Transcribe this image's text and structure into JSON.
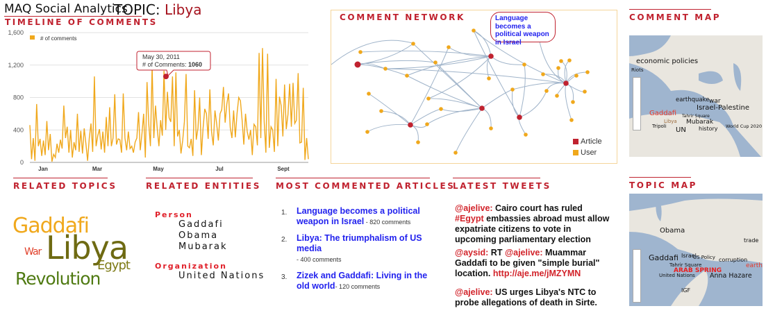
{
  "header": {
    "app_title": "MAQ Social Analytics",
    "topic_label": "TOPIC:",
    "topic_value": "Libya"
  },
  "timeline": {
    "title": "TIMELINE OF COMMENTS",
    "tooltip": {
      "date": "May 30, 2011",
      "label": "# of Comments:",
      "value": "1060"
    }
  },
  "chart_data": {
    "type": "line",
    "title": "TIMELINE OF COMMENTS",
    "legend": "# of comments",
    "legend_position": "top-left",
    "ylim": [
      0,
      1600
    ],
    "yticks": [
      "0",
      "400",
      "800",
      "1,200",
      "1,600"
    ],
    "xticks": [
      "Jan",
      "Mar",
      "May",
      "Jul",
      "Sept"
    ],
    "grid": true,
    "color": "#f0a81c",
    "values": [
      460,
      40,
      300,
      20,
      720,
      200,
      290,
      80,
      270,
      90,
      510,
      150,
      350,
      10,
      100,
      60,
      230,
      120,
      280,
      170,
      700,
      300,
      440,
      120,
      400,
      60,
      250,
      150,
      600,
      130,
      390,
      110,
      420,
      230,
      20,
      300,
      480,
      130,
      1060,
      200,
      330,
      410,
      160,
      380,
      120,
      560,
      200,
      680,
      200,
      300,
      840,
      220,
      290,
      280,
      120,
      850,
      300,
      150,
      380,
      170,
      200,
      120,
      250,
      300,
      620,
      150,
      350,
      600,
      60,
      990,
      480,
      200,
      1180,
      300,
      700,
      420,
      200,
      520,
      330,
      1130,
      400,
      870,
      550,
      500,
      1060,
      200,
      1110,
      320,
      400,
      110,
      270,
      500,
      1090,
      200,
      180,
      290,
      80,
      890,
      280,
      420,
      800,
      90,
      420,
      660,
      600,
      290,
      900,
      380,
      210,
      640,
      480,
      270,
      600,
      650,
      930,
      490,
      720,
      850,
      430,
      300,
      640,
      310,
      600,
      800,
      760,
      520,
      220,
      600,
      380,
      280,
      400,
      90,
      470,
      440,
      210,
      1350,
      300,
      1410,
      500,
      120,
      1340,
      180,
      440,
      400,
      130,
      1030,
      200,
      810,
      700,
      320,
      960,
      410,
      590,
      970,
      440,
      980,
      480,
      520,
      1100,
      240,
      250,
      920,
      30,
      300,
      40
    ]
  },
  "network": {
    "title": "COMMENT NETWORK",
    "callout": "Language becomes a political weapon in Israel",
    "legend": [
      {
        "label": "Article",
        "color": "#c0222f"
      },
      {
        "label": "User",
        "color": "#f0a81c"
      }
    ]
  },
  "related_topics": {
    "title": "RELATED TOPICS",
    "words": [
      {
        "text": "Gaddafi",
        "color": "#f0a81c"
      },
      {
        "text": "Libya",
        "color": "#6e6a12"
      },
      {
        "text": "War",
        "color": "#e0402a"
      },
      {
        "text": "Egypt",
        "color": "#7d7a15"
      },
      {
        "text": "Revolution",
        "color": "#4f7a12"
      }
    ]
  },
  "related_entities": {
    "title": "RELATED ENTITIES",
    "groups": [
      {
        "label": "Person",
        "items": [
          "Gaddafi",
          "Obama",
          "Mubarak"
        ]
      },
      {
        "label": "Organization",
        "items": [
          "United Nations"
        ]
      }
    ]
  },
  "articles": {
    "title": "MOST COMMENTED ARTICLES",
    "items": [
      {
        "num": "1.",
        "title": "Language becomes a political weapon in Israel",
        "count": " - 820 comments"
      },
      {
        "num": "2.",
        "title": "Libya: The triumphalism of US media",
        "count": "- 400 comments"
      },
      {
        "num": "3.",
        "title": "Zizek and Gaddafi: Living in the old world",
        "count": "- 120 comments"
      }
    ]
  },
  "tweets": {
    "title": "LATEST TWEETS",
    "items": [
      {
        "user": "@ajelive:",
        "pre": " Cairo court has ruled ",
        "tag": "#Egypt",
        "text": " embassies abroad must allow expatriate citizens to vote in upcoming parliamentary election"
      },
      {
        "user": "@aysid:",
        "pre": " RT ",
        "tag": "@ajelive:",
        "text": " Muammar Gaddafi to be given \"simple burial\" location. ",
        "link": "http://aje.me/jMZYMN"
      },
      {
        "user": "@ajelive:",
        "text": " US urges Libya's NTC to probe allegations of death in Sirte."
      }
    ]
  },
  "comment_map": {
    "title": "COMMENT MAP",
    "labels": [
      "economic policies",
      "Riots",
      "earthquake",
      "war",
      "Israel-Palestine",
      "Gaddafi",
      "Tahrir Square",
      "Libya",
      "Mubarak",
      "Tripoli",
      "UN",
      "history",
      "World Cup 2020"
    ]
  },
  "topic_map": {
    "title": "TOPIC MAP",
    "labels": [
      "Obama",
      "trade",
      "Gaddafi",
      "Israel",
      "US Policy",
      "corruption",
      "Tahrir Square",
      "ARAB SPRING",
      "earthquake",
      "United Nations",
      "Anna Hazare",
      "IGF"
    ]
  }
}
